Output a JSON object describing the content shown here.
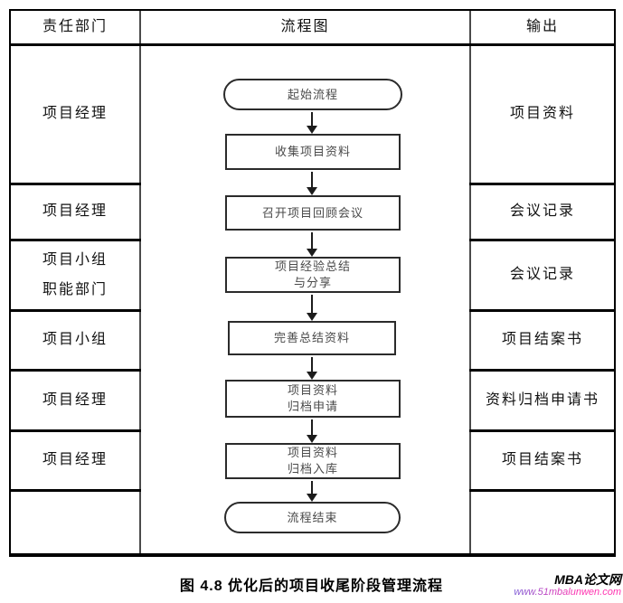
{
  "header": {
    "col_responsible": "责任部门",
    "col_flowchart": "流程图",
    "col_output": "输出"
  },
  "rows": [
    {
      "responsible": "项目经理",
      "output": "项目资料"
    },
    {
      "responsible": "项目经理",
      "output": "会议记录"
    },
    {
      "responsible": "项目小组",
      "responsible_line2": "职能部门",
      "output": "会议记录"
    },
    {
      "responsible": "项目小组",
      "output": "项目结案书"
    },
    {
      "responsible": "项目经理",
      "output": "资料归档申请书"
    },
    {
      "responsible": "项目经理",
      "output": "项目结案书"
    },
    {
      "responsible": "",
      "output": ""
    }
  ],
  "flowchart": {
    "start_label": "起始流程",
    "end_label": "流程结束",
    "steps": [
      {
        "line1": "收集项目资料"
      },
      {
        "line1": "召开项目回顾会议"
      },
      {
        "line1": "项目经验总结",
        "line2": "与分享"
      },
      {
        "line1": "完善总结资料"
      },
      {
        "line1": "项目资料",
        "line2": "归档申请"
      },
      {
        "line1": "项目资料",
        "line2": "归档入库"
      }
    ]
  },
  "caption": "图 4.8  优化后的项目收尾阶段管理流程",
  "watermark": {
    "site_name": "MBA论文网",
    "site_url": "www.51mbalunwen.com"
  },
  "colors": {
    "table_border": "#000000",
    "node_border": "#2b2b2b",
    "node_text": "#4a4a4a",
    "watermark_gradient_start": "#7b5bd6",
    "watermark_gradient_end": "#ff2fae"
  }
}
